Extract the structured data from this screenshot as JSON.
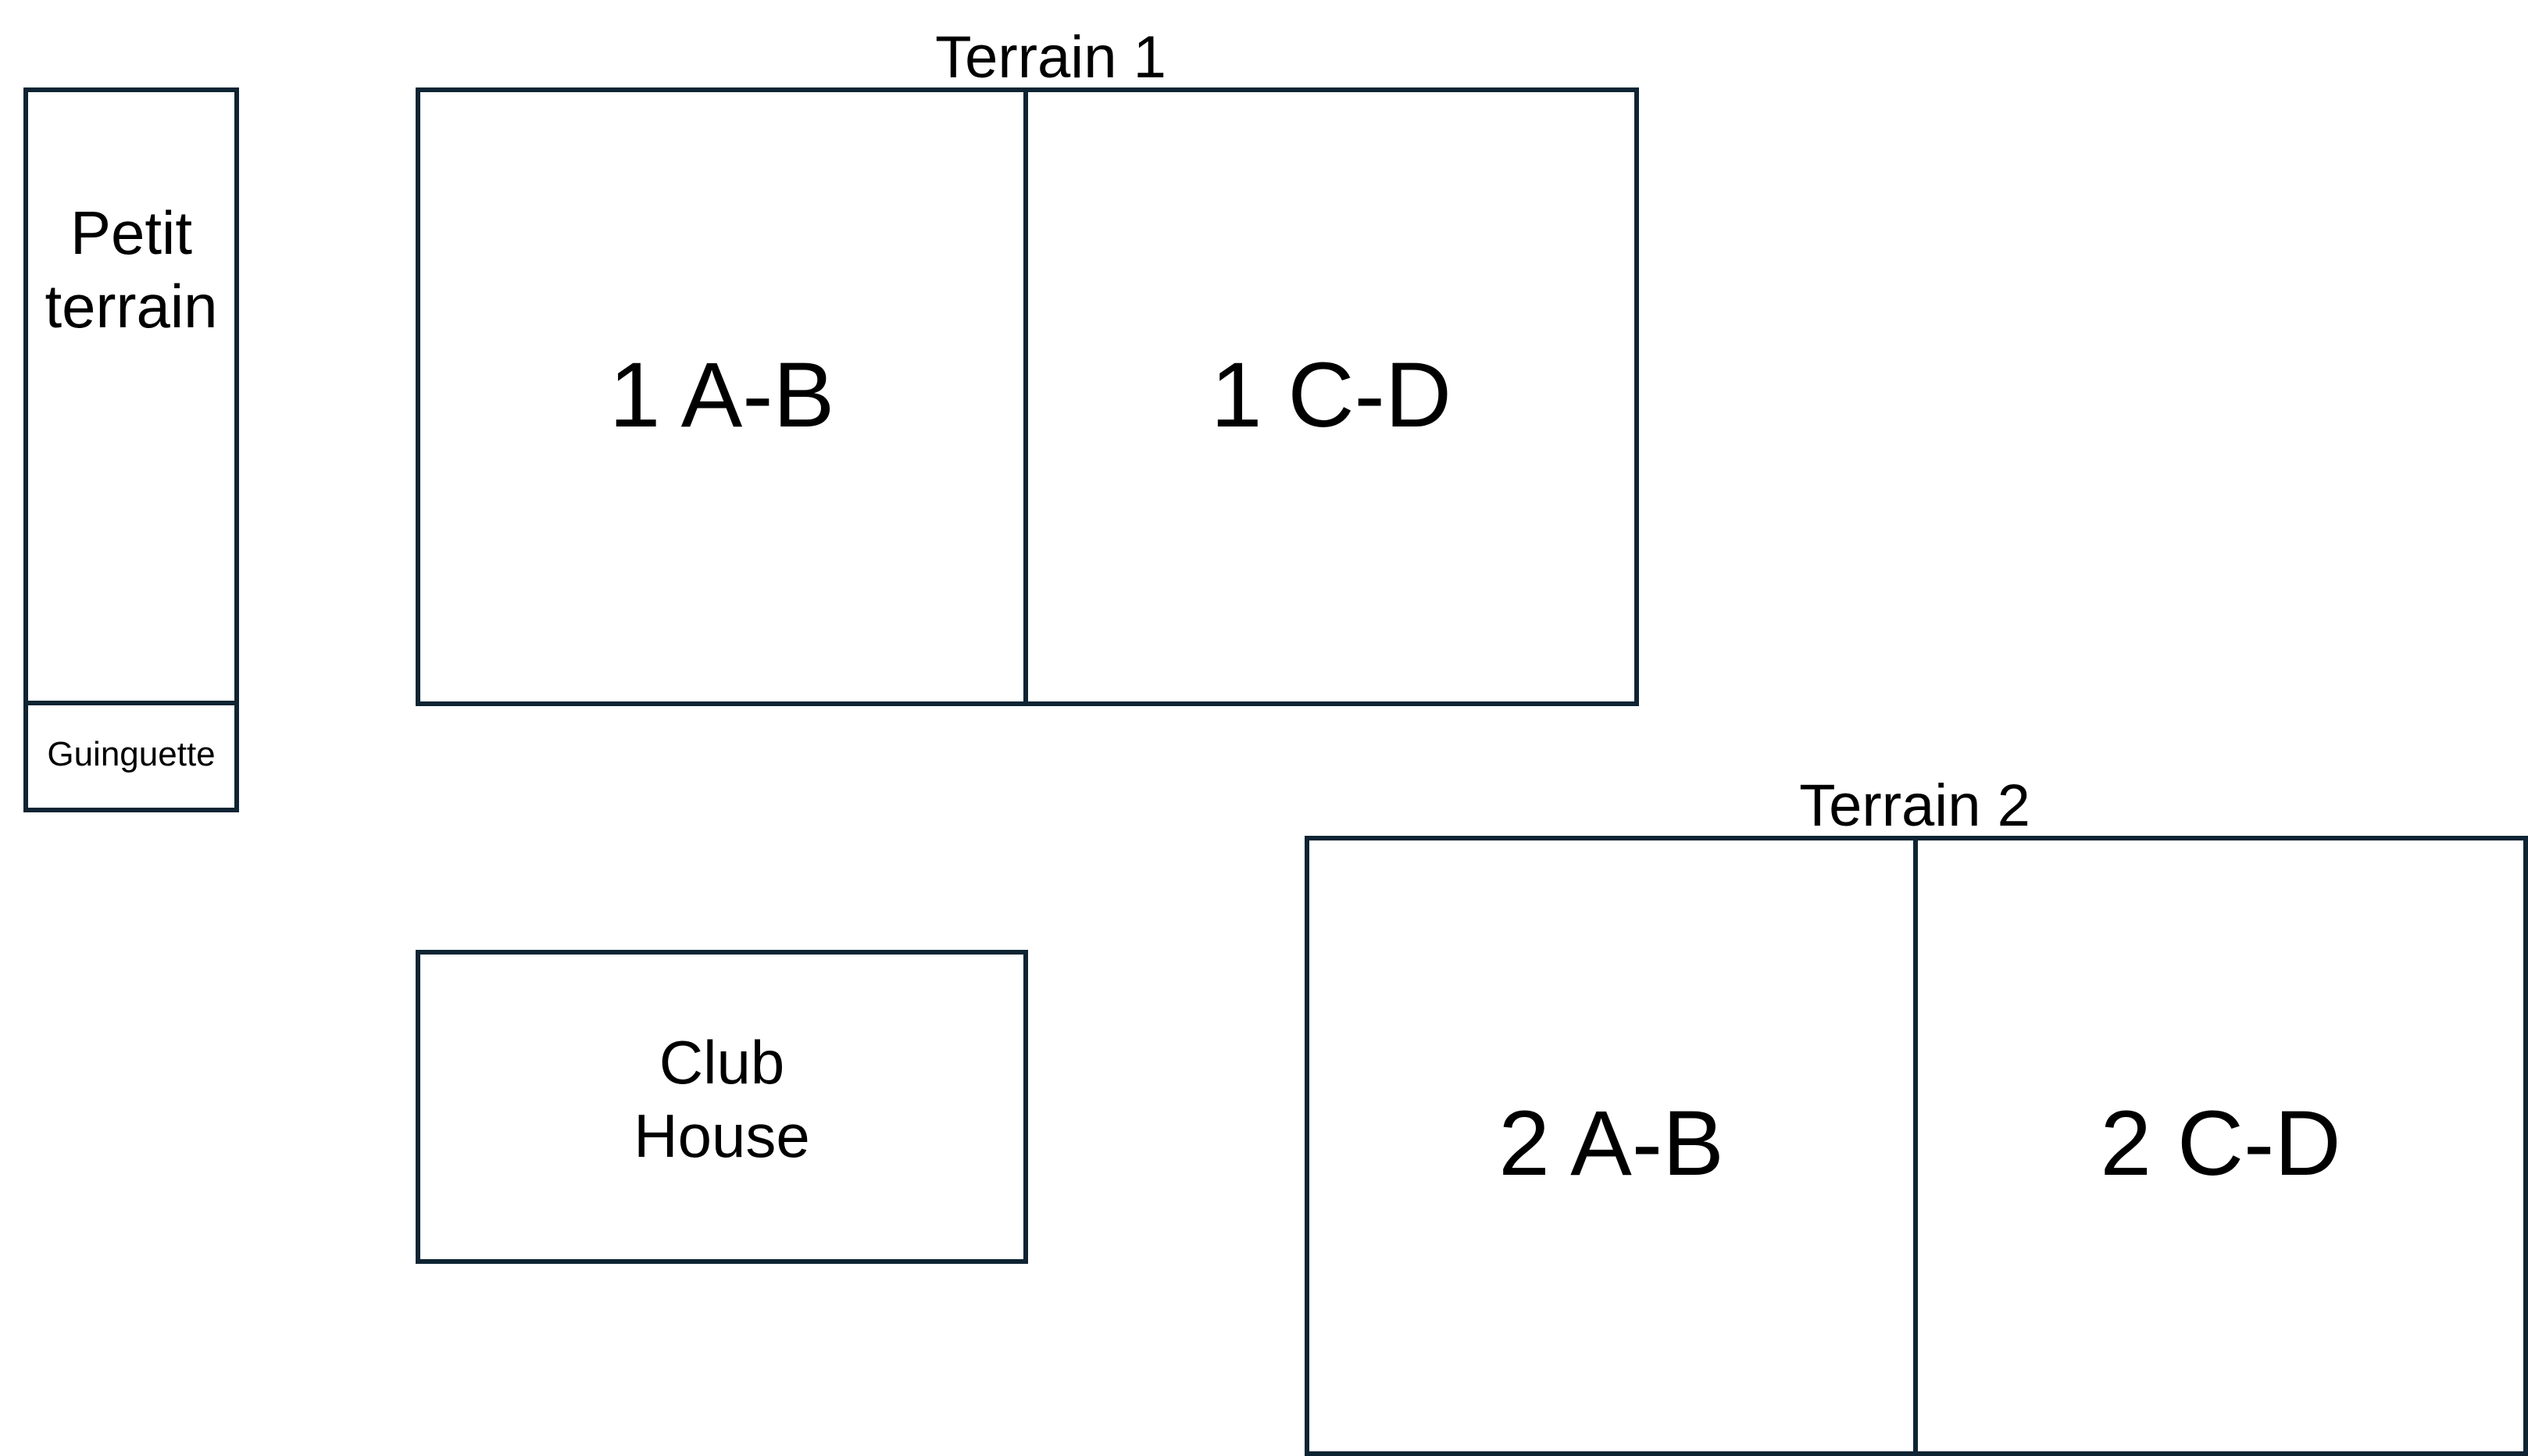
{
  "colors": {
    "stroke": "#0e2433",
    "text": "#000000",
    "background": "#ffffff"
  },
  "terrain1": {
    "title": "Terrain 1",
    "left_court": "1 A-B",
    "right_court": "1 C-D"
  },
  "terrain2": {
    "title": "Terrain 2",
    "left_court": "2 A-B",
    "right_court": "2 C-D"
  },
  "petit_terrain": {
    "label": "Petit\nterrain",
    "guinguette": "Guinguette"
  },
  "club_house": {
    "label": "Club\nHouse"
  }
}
